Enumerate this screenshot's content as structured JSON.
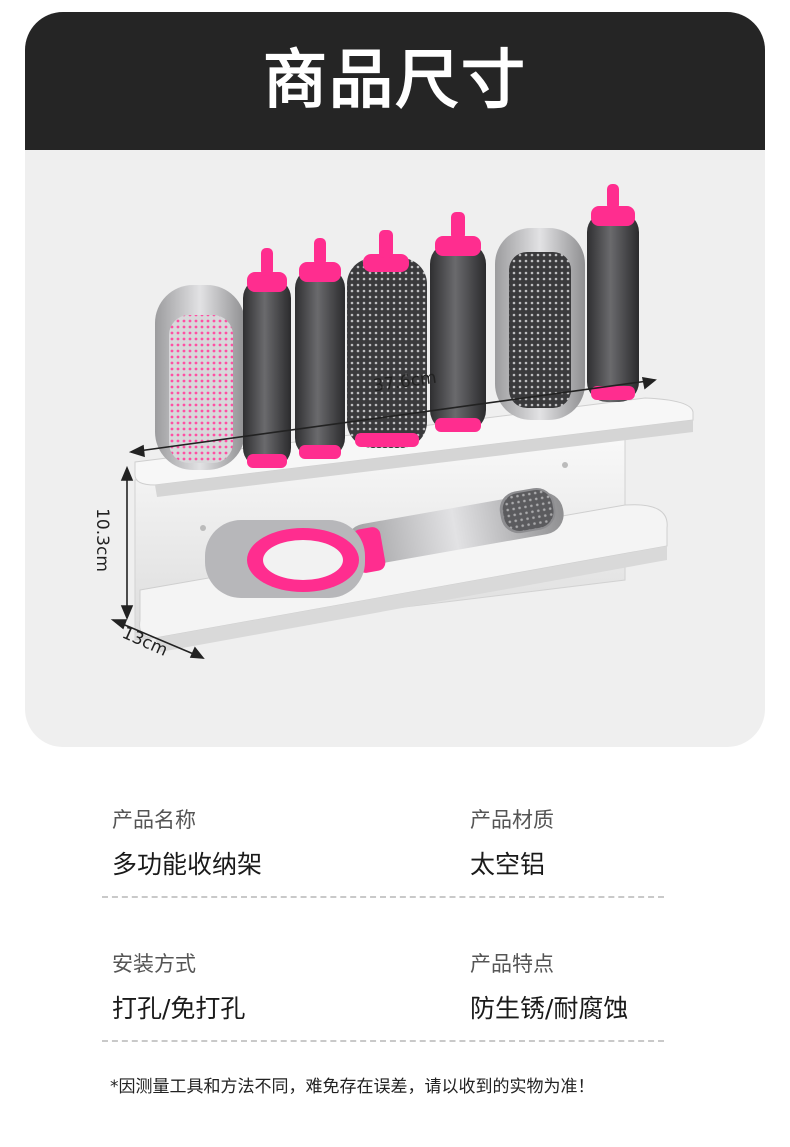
{
  "header": {
    "title": "商品尺寸"
  },
  "product_image": {
    "dimensions": {
      "width": "37.6cm",
      "height": "10.3cm",
      "depth": "13cm"
    },
    "colors": {
      "accent": "#ff2d8f",
      "tube": "#4b4b4d",
      "shelf": "#f6f6f6"
    }
  },
  "specs": [
    {
      "label": "产品名称",
      "value": "多功能收纳架"
    },
    {
      "label": "产品材质",
      "value": "太空铝"
    },
    {
      "label": "安装方式",
      "value": "打孔/免打孔"
    },
    {
      "label": "产品特点",
      "value": "防生锈/耐腐蚀"
    }
  ],
  "note": "*因测量工具和方法不同，难免存在误差，请以收到的实物为准！"
}
